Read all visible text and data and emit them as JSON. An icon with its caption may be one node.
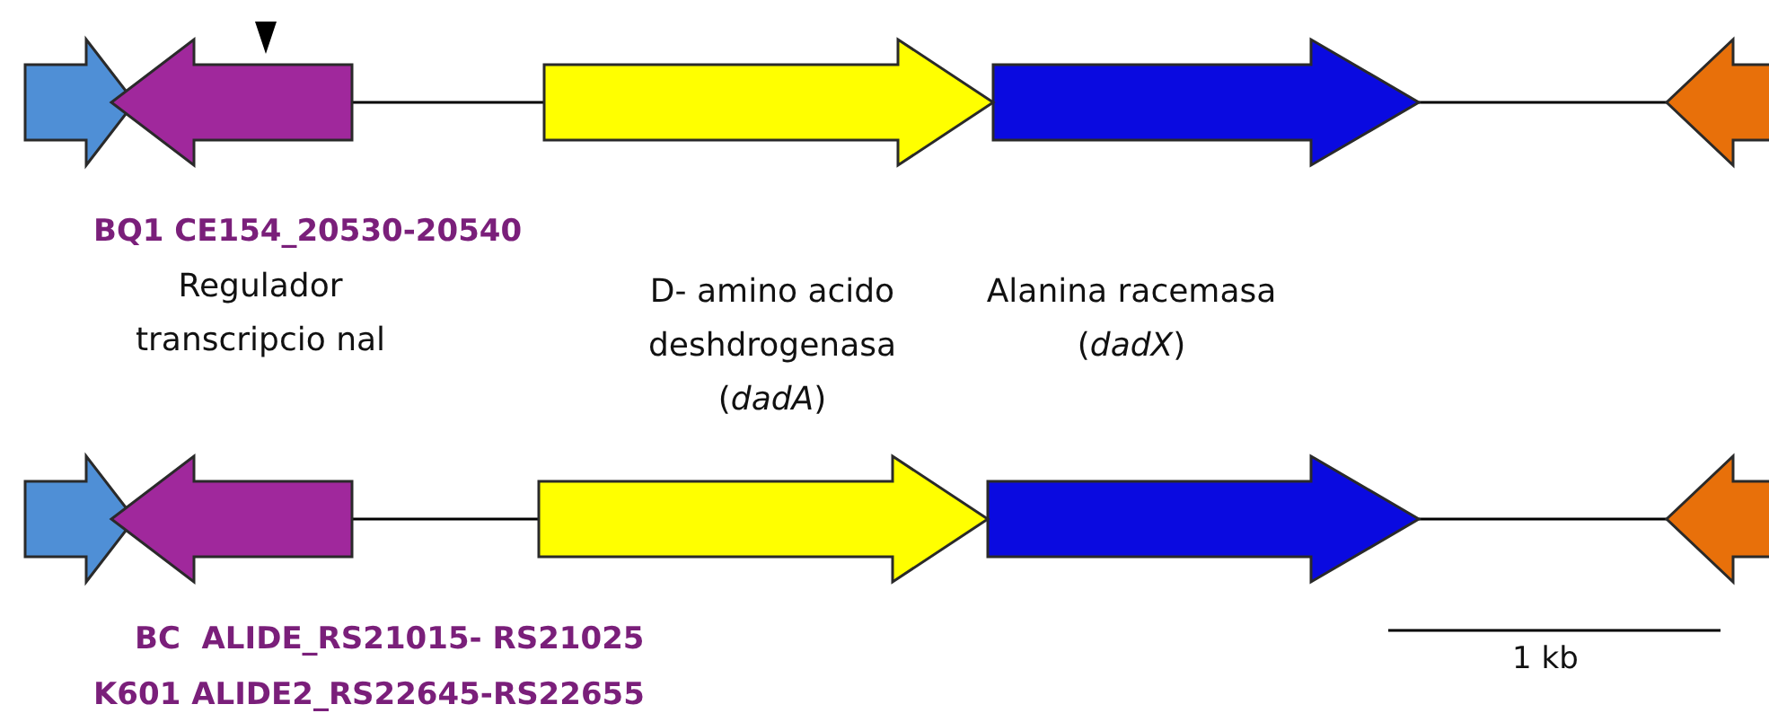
{
  "diagram": {
    "nodes": [
      {
        "text": [],
        "shape": "arrow"
      },
      {
        "text": [],
        "shape": "arrow"
      },
      {
        "text": [],
        "shape": "arrow"
      },
      {
        "text": [],
        "shape": "arrow"
      },
      {
        "text": [],
        "shape": "arrow"
      },
      {
        "text": [],
        "shape": "arrow"
      },
      {
        "text": [],
        "shape": "arrow"
      },
      {
        "text": [],
        "shape": "arrow"
      },
      {
        "text": [],
        "shape": "arrow"
      },
      {
        "text": [],
        "shape": "arrow"
      }
    ],
    "edges": [
      {
        "from": 1,
        "to": 2,
        "arrow": "none"
      },
      {
        "from": 3,
        "to": 4,
        "arrow": "none"
      },
      {
        "from": 6,
        "to": 7,
        "arrow": "none"
      },
      {
        "from": 8,
        "to": 9,
        "arrow": "none"
      }
    ],
    "labels": [
      "BQ1 CE154_20530-20540",
      "Regulador transcripcio nal",
      "D- amino acido deshdrogenasa (*dadA*)",
      "Alanina racemasa (*dadX*)",
      "BC  ALIDE_RS21015- RS21025",
      "K601 ALIDE2_RS22645-RS22655",
      "1 kb"
    ]
  }
}
